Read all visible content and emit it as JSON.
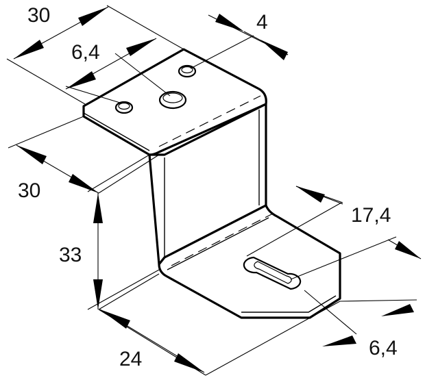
{
  "dimensions": {
    "top_width": "30",
    "hole_spacing": "6,4",
    "hole_offset": "4",
    "depth": "30",
    "height": "33",
    "slot_length": "17,4",
    "base_width": "24",
    "slot_width": "6,4"
  },
  "colors": {
    "line": "#000000",
    "background": "#ffffff"
  }
}
